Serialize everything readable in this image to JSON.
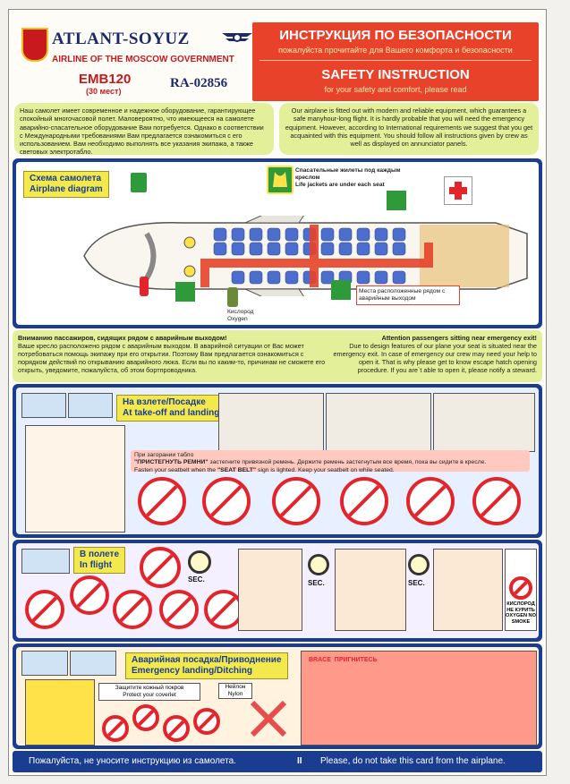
{
  "header": {
    "brand": "ATLANT-SOYUZ",
    "airline": "AIRLINE OF THE MOSCOW GOVERNMENT",
    "model": "EMB120",
    "seats": "(30 мест)",
    "registration": "RA-02856",
    "title_ru": "ИНСТРУКЦИЯ ПО БЕЗОПАСНОСТИ",
    "subtitle_ru": "пожалуйста прочитайте для Вашего комфорта и безопасности",
    "title_en": "SAFETY INSTRUCTION",
    "subtitle_en": "for your safety and comfort, please read"
  },
  "intro": {
    "ru": "Наш самолет имеет современное и надежное оборудование, гарантирующее спокойный многочасовой полет. Маловероятно, что имеющееся на самолете аварийно-спасательное оборудование Вам потребуется. Однако в соответствии с Международными требованиями Вам предлагается ознакомиться с его использованием. Вам необходимо выполнять все указания экипажа, а также световых электротабло.",
    "en": "Our airplane is fitted out with modern and reliable equipment, which guarantees a safe manyhour-long flight. It is hardly probable that you will need the emergency equipment. However, according to International requirements we suggest that you get acquainted with this equipment. You should follow all instructions given by crew as well as displayed on annunciator panels."
  },
  "diagram": {
    "label_ru": "Схема самолета",
    "label_en": "Airplane diagram",
    "lifejackets_ru": "Спасательные жилеты под каждым креслом",
    "lifejackets_en": "Life jackets are under each seat",
    "oxygen": "Кислород Oxygen",
    "exit_rows": "Места расположенные рядом с аварийным выходом"
  },
  "exit_notice": {
    "title_ru": "Вниманию пассажиров, сидящих рядом с аварийным выходом!",
    "text_ru": "Ваше кресло расположено рядом с аварийным выходом. В аварийной ситуации от Вас может потребоваться помощь экипажу при его открытии. Поэтому Вам предлагается ознакомиться с порядком действий по открыванию аварийного люка. Если вы по каким-то, причинам не сможете его открыть, уведомите, пожалуйста, об этом бортпроводника.",
    "title_en": "Attention passengers sitting near emergency exit!",
    "text_en": "Due to design features of our plane your seat is situated near the emergency exit. In case of emergency our crew may need your help to open it. That is why please get to know escape hatch opening procedure. If you are`t able to open it, please notify a steward."
  },
  "takeoff": {
    "label_ru": "На взлете/Посадке",
    "label_en": "At take-off and landing",
    "seatbelt_intro": "При загорании табло",
    "seatbelt_ru_sign": "\"ПРИСТЕГНУТЬ РЕМНИ\"",
    "seatbelt_ru_rest": "застегните привязной ремень. Держите ремень застегнутым все время, пока вы сидите в кресле.",
    "seatbelt_en_1": "Fasten your seatbelt when the",
    "seatbelt_en_sign": "\"SEAT BELT\"",
    "seatbelt_en_2": "sign is lighted.  Keep your seatbelt on while seated."
  },
  "in_flight": {
    "label_ru": "В полете",
    "label_en": "In flight",
    "sec": "SEC.",
    "oxygen_ru": "КИСЛОРОД НЕ КУРИТЬ",
    "oxygen_en": "OXYGEN NO SMOKE"
  },
  "ditching": {
    "label_ru": "Аварийная посадка/Приводнение",
    "label_en": "Emergency landing/Ditching",
    "coverlet_ru": "Защитите кожный покров",
    "coverlet_en": "Protect your coverlet",
    "nylon_ru": "Нейлон",
    "nylon_en": "Nylon",
    "brace_en": "BRACE",
    "brace_ru": "ПРИГНИТЕСЬ"
  },
  "footer": {
    "ru": "Пожалуйста, не уносите инструкцию из самолета.",
    "page": "II",
    "en": "Please, do not take this card from the airplane."
  },
  "colors": {
    "navy": "#1a3d92",
    "red": "#e8432a",
    "yellow": "#ffe14a",
    "lime": "#e4ef9a",
    "exit_green": "#2f9a3a"
  }
}
